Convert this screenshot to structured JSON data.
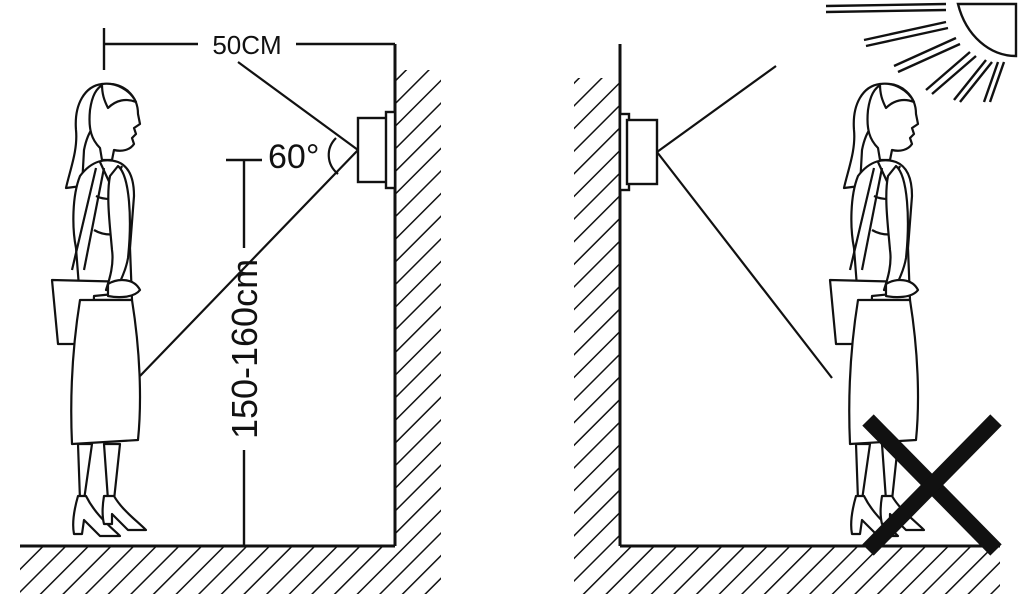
{
  "labels": {
    "distance": "50CM",
    "angle": "60°",
    "height": "150-160cm"
  },
  "colors": {
    "ink": "#111111",
    "background": "#ffffff"
  },
  "icons": {
    "left_person": "standing-woman",
    "right_person": "standing-woman",
    "sun": "sun-icon",
    "wrong": "x-mark-icon",
    "camera_left": "door-camera",
    "camera_right": "door-camera"
  }
}
